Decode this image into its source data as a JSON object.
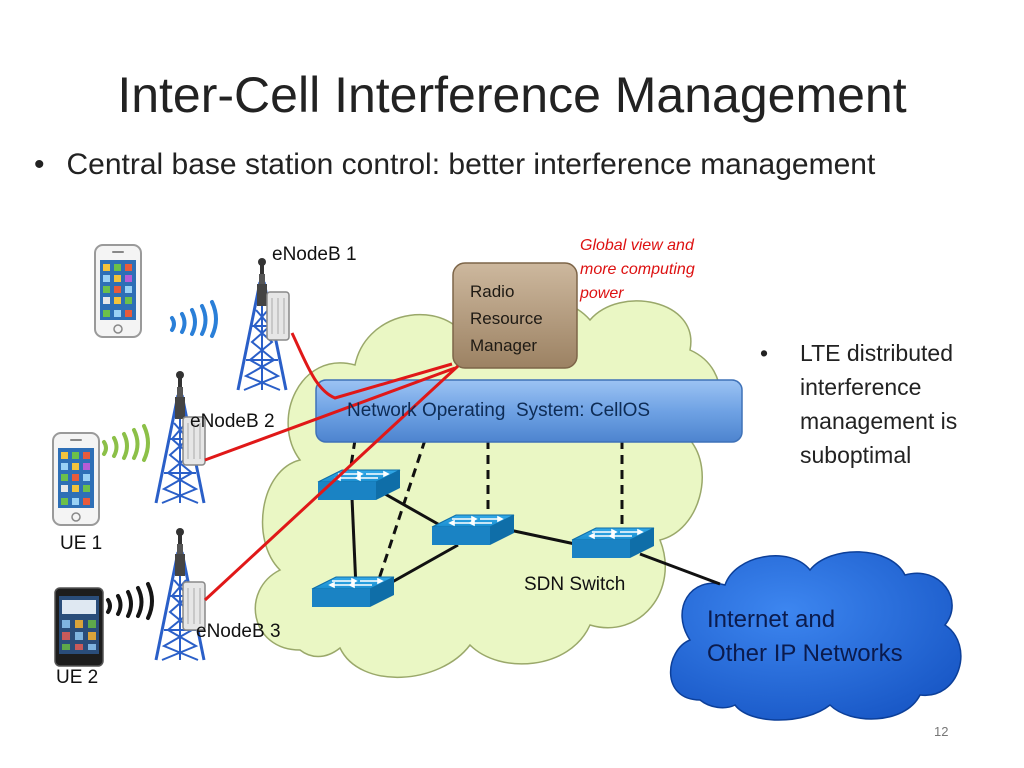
{
  "slide": {
    "title": "Inter-Cell Interference Management",
    "main_bullet": "Central base station control: better interference management",
    "bullet_symbol": "•",
    "page_number": "12"
  },
  "diagram": {
    "annotation": {
      "line1": "Global view and",
      "line2": "more computing",
      "line3": "power"
    },
    "radio_resource_manager": {
      "line1": "Radio",
      "line2": "Resource",
      "line3": "Manager"
    },
    "network_os": "Network Operating  System: CellOS",
    "sdn_switch_label": "SDN Switch",
    "internet_cloud": {
      "line1": "Internet and",
      "line2": "Other IP Networks"
    },
    "enodebs": [
      "eNodeB 1",
      "eNodeB 2",
      "eNodeB 3"
    ],
    "ues": [
      "UE 1",
      "UE 2"
    ]
  },
  "side_note": {
    "line1": "LTE distributed",
    "line2": "interference",
    "line3": "management is",
    "line4": "suboptimal"
  },
  "colors": {
    "cloud_fill": "#eaf7c4",
    "cloud_stroke": "#9aa86a",
    "nos_bar": "#6fa2e4",
    "rrm_box": "#b29a7e",
    "switch": "#1b8fd0",
    "red_link": "#e01818",
    "internet_cloud": "#1e63d8",
    "tower": "#2a5fc8",
    "annotation": "#dd1111"
  },
  "icons": [
    "cell-tower-icon",
    "smartphone-icon",
    "network-switch-icon",
    "radio-waves-icon"
  ]
}
